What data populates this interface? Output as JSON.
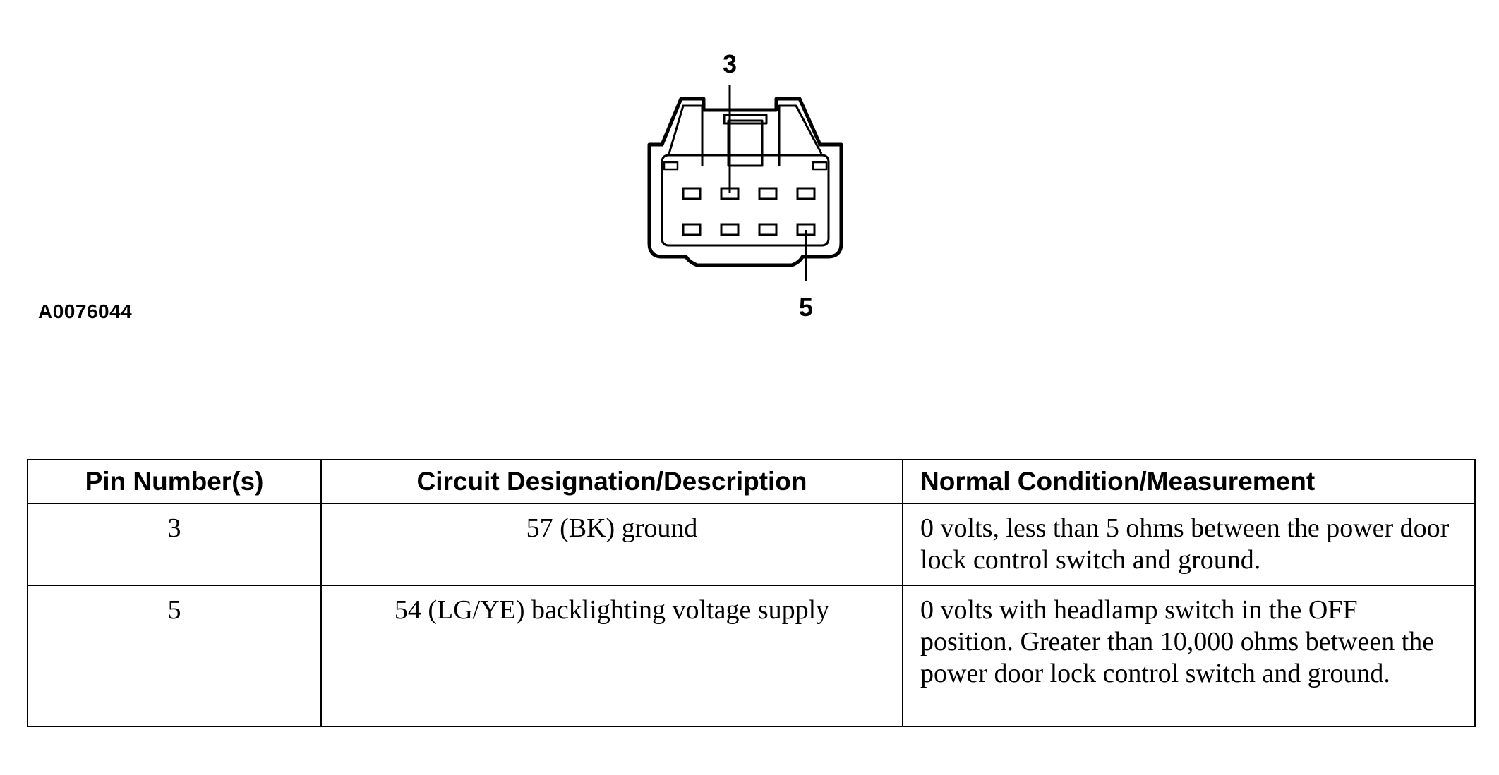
{
  "figure": {
    "id": "A0076044",
    "callouts": [
      {
        "pin": "3"
      },
      {
        "pin": "5"
      }
    ]
  },
  "table": {
    "headers": [
      "Pin Number(s)",
      "Circuit Designation/Description",
      "Normal Condition/Measurement"
    ],
    "rows": [
      {
        "pin": "3",
        "circuit": "57 (BK) ground",
        "condition": "0 volts, less than 5 ohms between the power door lock control switch and ground."
      },
      {
        "pin": "5",
        "circuit": "54 (LG/YE) backlighting voltage supply",
        "condition": "0 volts with headlamp switch in the OFF position. Greater than 10,000 ohms between the power door lock control switch and ground."
      }
    ]
  }
}
